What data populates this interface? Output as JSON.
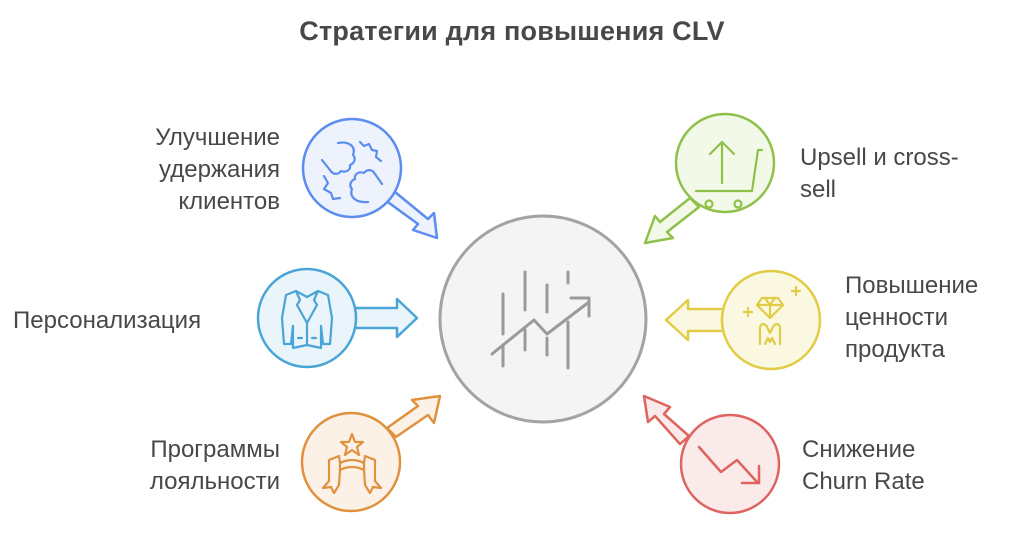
{
  "title": "Стратегии для повышения CLV",
  "center": {
    "icon": "growth-chart-icon",
    "stroke": "#a3a3a3",
    "fill": "#f4f4f4"
  },
  "nodes": [
    {
      "id": "retention",
      "label_lines": [
        "Улучшение",
        "удержания",
        "клиентов"
      ],
      "icon": "fist-bump-icon",
      "position": "top-left",
      "stroke": "#5b8def",
      "fill": "#edf2fd"
    },
    {
      "id": "upsell",
      "label_lines": [
        "Upsell и cross-",
        "sell"
      ],
      "icon": "shopping-cart-up-icon",
      "position": "top-right",
      "stroke": "#8fc04a",
      "fill": "#f3f9e9"
    },
    {
      "id": "personalization",
      "label_lines": [
        "Персонализация"
      ],
      "icon": "suit-jacket-icon",
      "position": "middle-left",
      "stroke": "#4aa5d6",
      "fill": "#e9f5fb"
    },
    {
      "id": "product-value",
      "label_lines": [
        "Повышение",
        "ценности",
        "продукта"
      ],
      "icon": "diamond-value-icon",
      "position": "middle-right",
      "stroke": "#e0cc45",
      "fill": "#fbf8e1"
    },
    {
      "id": "loyalty",
      "label_lines": [
        "Программы",
        "лояльности"
      ],
      "icon": "star-ribbon-icon",
      "position": "bottom-left",
      "stroke": "#e0913d",
      "fill": "#fcf1e6"
    },
    {
      "id": "churn",
      "label_lines": [
        "Снижение",
        "Churn Rate"
      ],
      "icon": "trend-down-icon",
      "position": "bottom-right",
      "stroke": "#de6460",
      "fill": "#fbeaea"
    }
  ]
}
